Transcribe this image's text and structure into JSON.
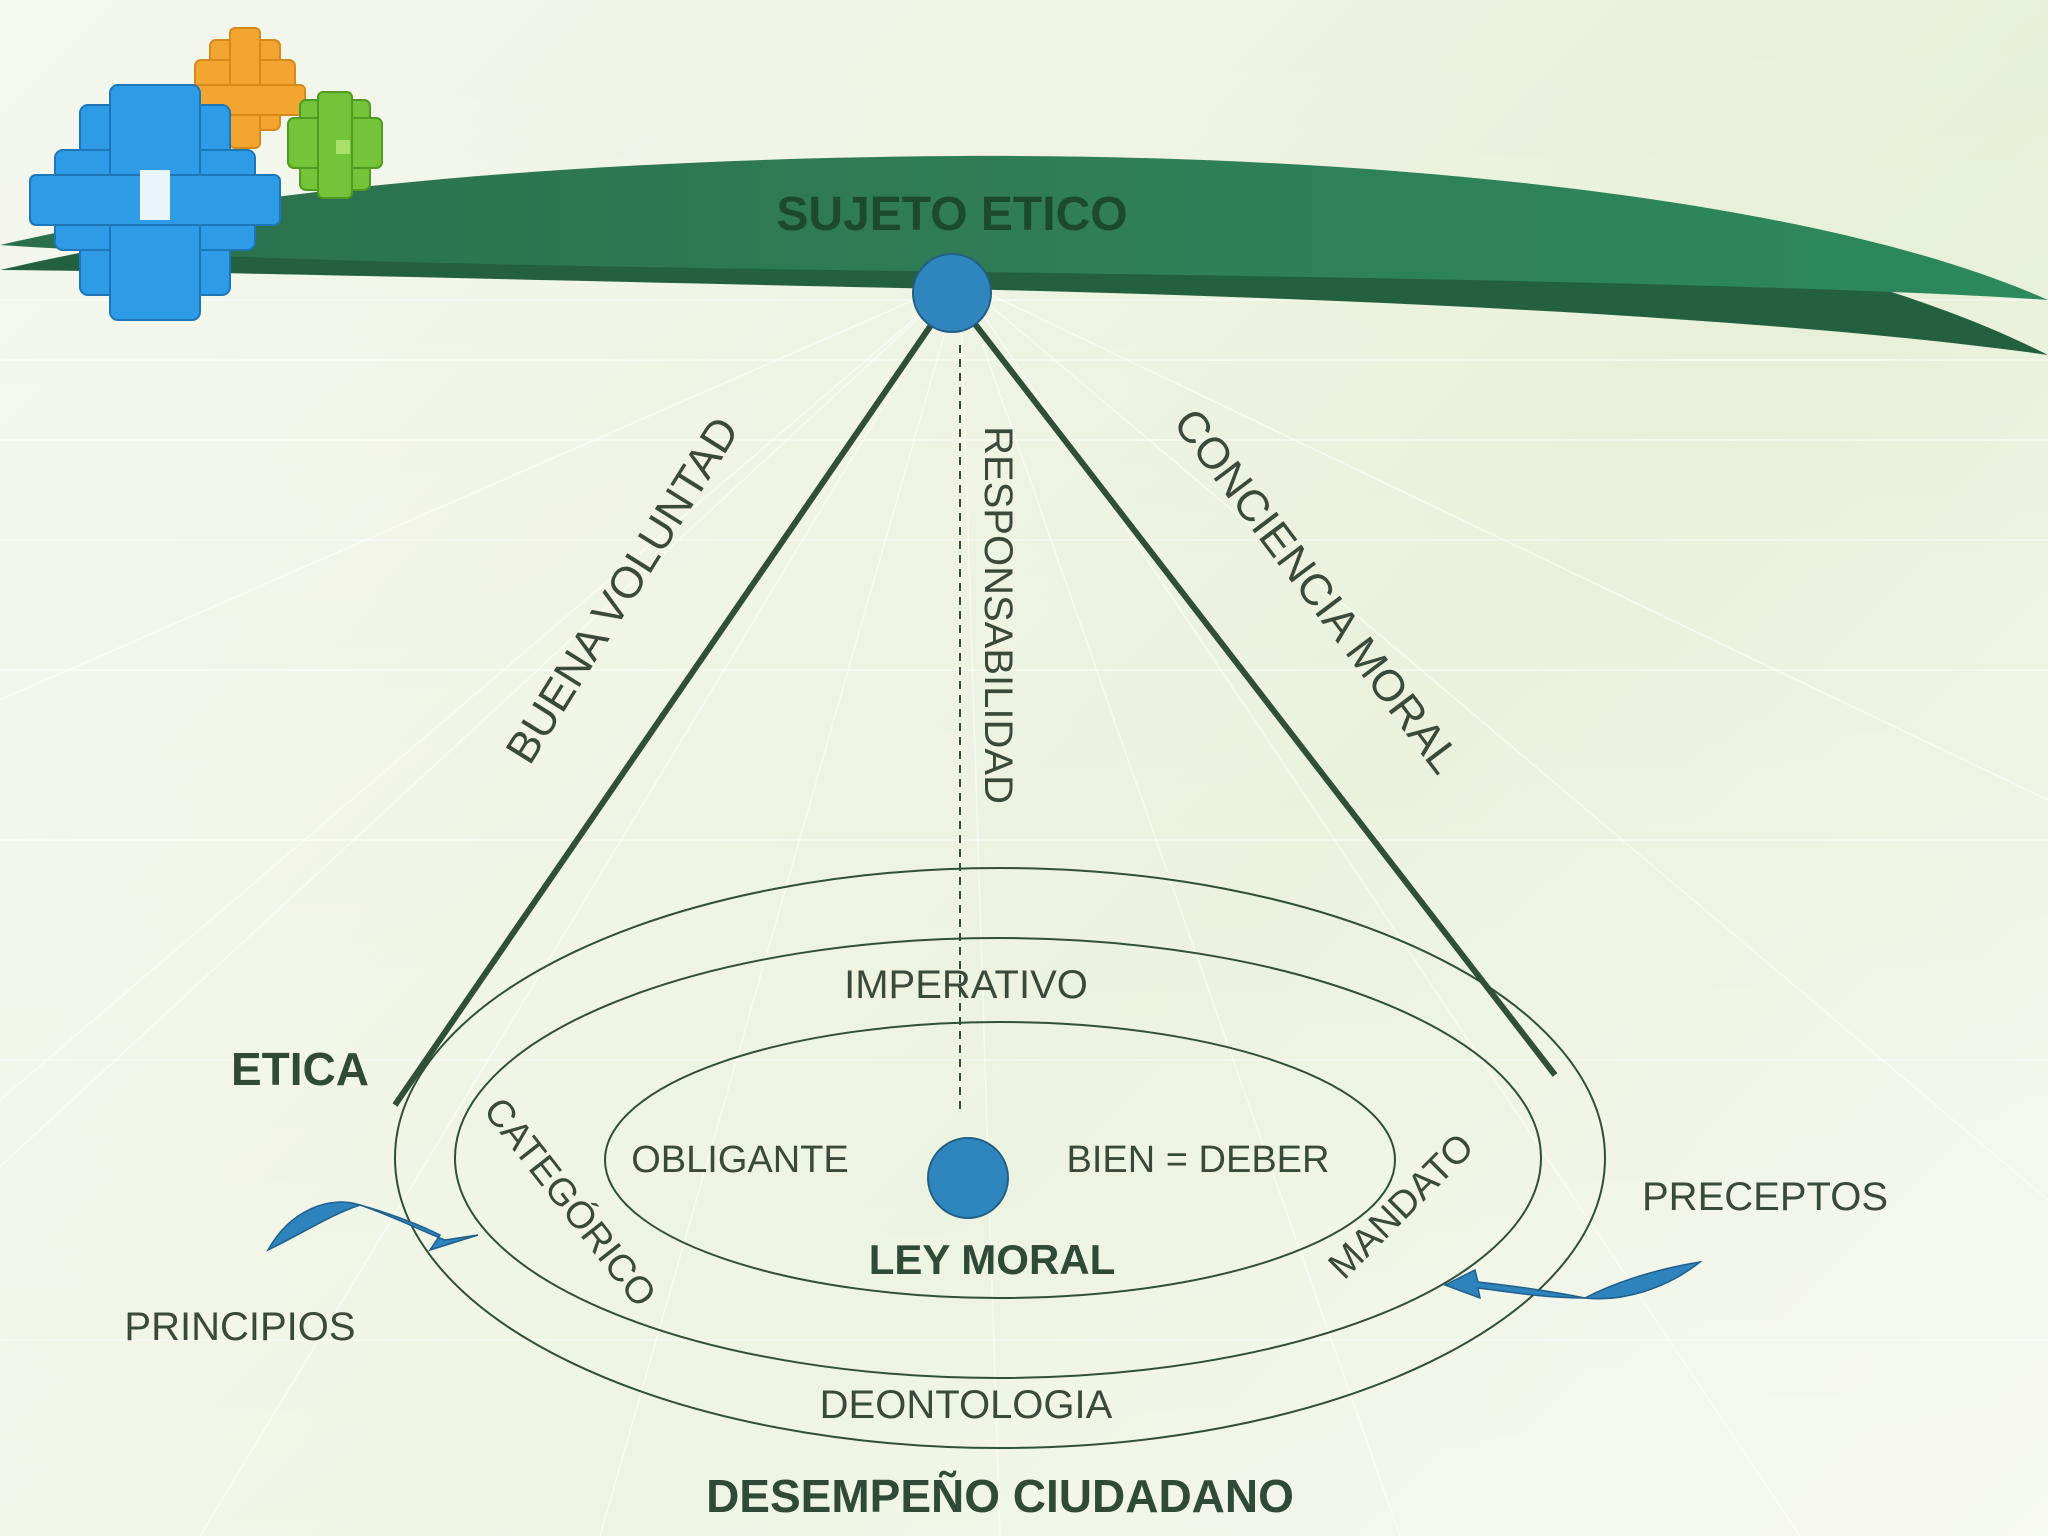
{
  "slide": {
    "title": "SUJETO ETICO",
    "edges": {
      "left": "BUENA VOLUNTAD",
      "middle": "RESPONSABILIDAD",
      "right": "CONCIENCIA MORAL"
    },
    "rings": {
      "outer_top": "IMPERATIVO",
      "left_arc": "CATEGÓRICO",
      "right_arc": "MANDATO",
      "outer_bottom": "DEONTOLOGIA",
      "inner_left": "OBLIGANTE",
      "inner_right": "BIEN = DEBER",
      "center": "LEY MORAL"
    },
    "side_labels": {
      "left_upper": "ETICA",
      "left_lower": "PRINCIPIOS",
      "right": "PRECEPTOS"
    },
    "footer": "DESEMPEÑO CIUDADANO",
    "colors": {
      "banner": "#2d7a55",
      "banner_dark": "#22603f",
      "node": "#2f86bf",
      "line": "#2f4f36",
      "label_text": "#3a4a3a",
      "heading_text": "#2f4a36",
      "title_text": "#1d4a2d"
    },
    "icons": [
      "puzzle-gears-logo-icon",
      "curved-arrow-left-icon",
      "curved-arrow-right-icon"
    ]
  }
}
